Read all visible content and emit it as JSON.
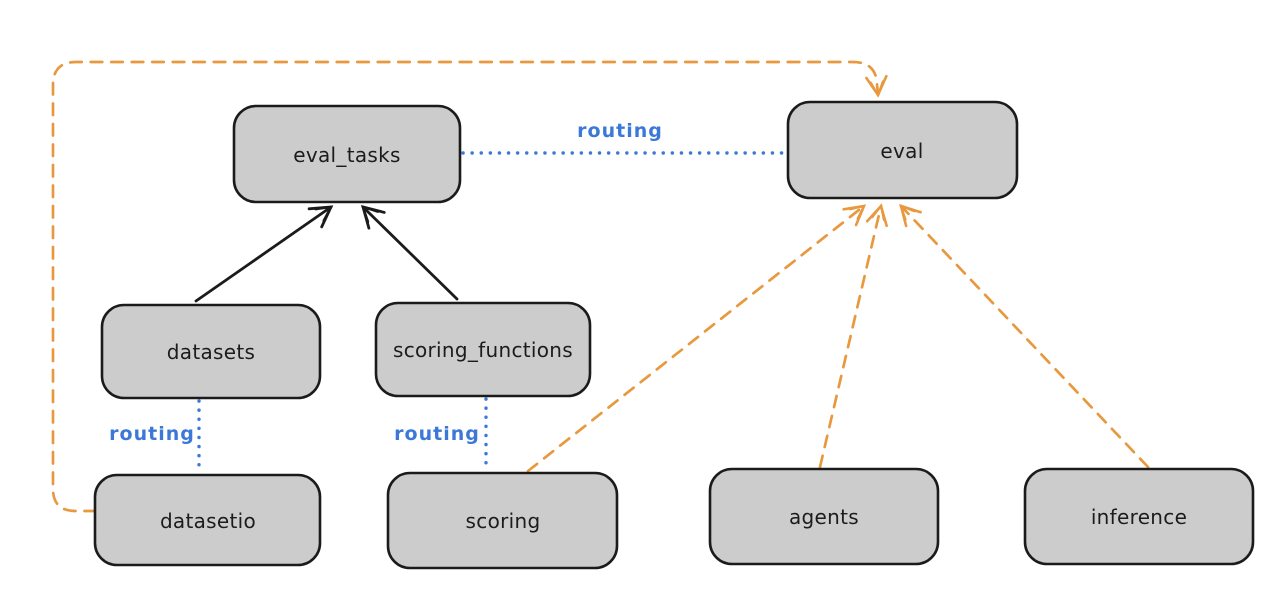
{
  "diagram": {
    "type": "architecture-diagram",
    "background": "#ffffff",
    "colors": {
      "api_node_fill": "#abd5f6",
      "provider_node_fill": "#b5edc0",
      "node_border": "#1b1b1b",
      "node_text": "#1c1c1c",
      "routing_line": "#3c78d8",
      "routing_label_text": "#3c78d8",
      "dashed_arrow": "#e8993f",
      "solid_arrow": "#1b1b1b"
    },
    "nodes": {
      "eval_tasks": {
        "label": "eval_tasks",
        "color": "blue"
      },
      "eval": {
        "label": "eval",
        "color": "green"
      },
      "datasets": {
        "label": "datasets",
        "color": "blue"
      },
      "scoring_functions": {
        "label": "scoring_functions",
        "color": "blue"
      },
      "datasetio": {
        "label": "datasetio",
        "color": "green"
      },
      "scoring": {
        "label": "scoring",
        "color": "green"
      },
      "agents": {
        "label": "agents",
        "color": "green"
      },
      "inference": {
        "label": "inference",
        "color": "green"
      }
    },
    "edges": {
      "eval_tasks_to_eval": {
        "from": "eval_tasks",
        "to": "eval",
        "style": "dotted-blue",
        "label": "routing"
      },
      "datasets_to_datasetio": {
        "from": "datasets",
        "to": "datasetio",
        "style": "dotted-blue",
        "label": "routing"
      },
      "scoring_functions_to_scoring": {
        "from": "scoring_functions",
        "to": "scoring",
        "style": "dotted-blue",
        "label": "routing"
      },
      "datasets_to_eval_tasks": {
        "from": "datasets",
        "to": "eval_tasks",
        "style": "solid-black-arrow",
        "label": ""
      },
      "scoring_functions_to_eval_tasks": {
        "from": "scoring_functions",
        "to": "eval_tasks",
        "style": "solid-black-arrow",
        "label": ""
      },
      "datasetio_to_eval": {
        "from": "datasetio",
        "to": "eval",
        "style": "dashed-orange-arrow",
        "label": ""
      },
      "scoring_to_eval": {
        "from": "scoring",
        "to": "eval",
        "style": "dashed-orange-arrow",
        "label": ""
      },
      "agents_to_eval": {
        "from": "agents",
        "to": "eval",
        "style": "dashed-orange-arrow",
        "label": ""
      },
      "inference_to_eval": {
        "from": "inference",
        "to": "eval",
        "style": "dashed-orange-arrow",
        "label": ""
      }
    }
  }
}
